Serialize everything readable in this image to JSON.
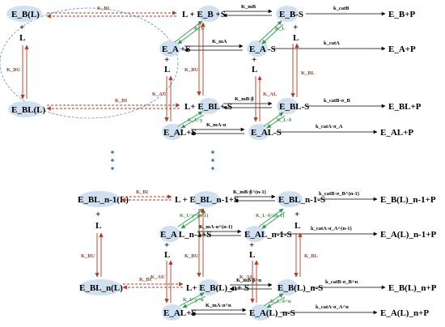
{
  "colors": {
    "species_ellipse": "#cfe0f0",
    "red_arrow": "#b33a1e",
    "green_arrow": "#2e9a4a",
    "black_arrow": "#000000",
    "dot": "#3a7bd5",
    "dashed_ellipse": "#5a8fd0"
  },
  "top": {
    "species": {
      "EB_L": "E_B(L)",
      "L_EB_S": "L + E_B +S",
      "EB_S": "E_B-S",
      "EB_P": "E_B+P",
      "EA_S": "E_A +S",
      "EA_minus_S": "E_A -S",
      "EA_P": "E_A+P",
      "EBL_L": "E_BL(L)",
      "L_EBL_S": "L+ E_BL+ S",
      "EBL_minus_S": "E_BL-S",
      "EBL_P": "E_BL+P",
      "EAL_S": "E_AL+S",
      "EAL_minus_S": "E_AL-S",
      "EAL_P": "E_AL+P"
    },
    "plus_signs": [
      "+",
      "+",
      "+",
      "+"
    ],
    "L_signs": [
      "L",
      "L",
      "L",
      "L"
    ],
    "rates": {
      "KBI_top": "K_BI",
      "KmB": "K_mB",
      "kcatB": "k_catB",
      "KU": "K_U",
      "KL_top": "K_L",
      "KmA": "K_mA",
      "kcatA": "k_catA",
      "KBU": "K_BU",
      "KBU_mid": "K_BU",
      "KBL": "K_BL",
      "KBI_bottom": "K_BI",
      "KAU": "K_AU",
      "KAL": "K_AL",
      "KmB_beta": "K_mB·β",
      "KU_gamma": "K_U·γ",
      "KL_delta": "K_L·δ",
      "kcatB_sigmaB": "k_catB·σ_B",
      "KmA_alpha": "K_mA·α",
      "kcatA_sigmaA": "k_catA·σ_A"
    }
  },
  "bottom": {
    "species": {
      "EBLn1_L": "E_BL_n-1(L)",
      "L_EBLn1_S": "L + E_BL_n-1+S",
      "EBLn1_S": "E_BL_n-1-S",
      "EBLn1_P": "E_B(L)_n-1+P",
      "EALn1_S": "E_A L_n-1+S",
      "EALn1_minus_S": "E_AL_n-1-S",
      "EALn1_P": "E_A(L)_n-1+P",
      "EBLn_L": "E_BL_n(L)",
      "L_EBLn_S": "L+ E_B(L)_n+ S",
      "EBLn_minus_S": "E_B(L)_n-S",
      "EBLn_P": "E_B(L)_n+P",
      "EAL_S": "E_AL+S",
      "EALn_minus_S": "E_A(L)_n-S",
      "EALn_P": "E_A(L)_n+P"
    },
    "rates": {
      "KBI_top": "K_BI",
      "KmB_beta": "K_mB·β^(n-1)",
      "kcatB_sigma": "k_catB·σ_B^(n-1)",
      "KU_gamma": "K_U·γ^(n-1)",
      "KL_delta": "K_L·δ^(n-1)",
      "KmA_alpha": "K_mA·α^(n-1)",
      "kcatA_sigma": "k_catA·σ_A^(n-1)",
      "KBU": "K_BU",
      "KBU_mid": "K_BU",
      "KBL": "K_BL",
      "KBI_bottom": "K_BI",
      "KAU": "K_AU",
      "KAL": "K_AL",
      "KmB_beta_n": "K_mB·β^n",
      "KU_gamma_n": "K_U·γ^n",
      "KL_delta_n": "K_L·δ^n",
      "kcatB_sigma_n": "k_catB·σ_B^n",
      "KmA_alpha_n": "K_mA·α^n",
      "kcatA_sigma_n": "k_catA·σ_A^n"
    }
  }
}
